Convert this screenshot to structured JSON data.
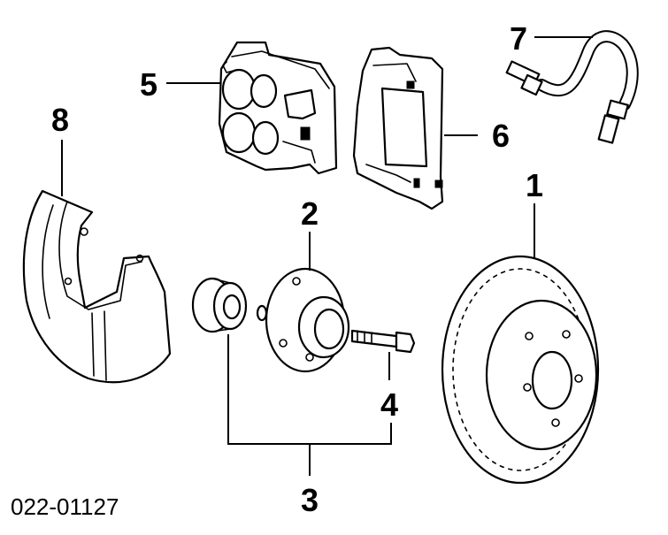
{
  "diagram": {
    "part_code": "022-01127",
    "callouts": {
      "c1": "1",
      "c2": "2",
      "c3": "3",
      "c4": "4",
      "c5": "5",
      "c6": "6",
      "c7": "7",
      "c8": "8"
    }
  }
}
